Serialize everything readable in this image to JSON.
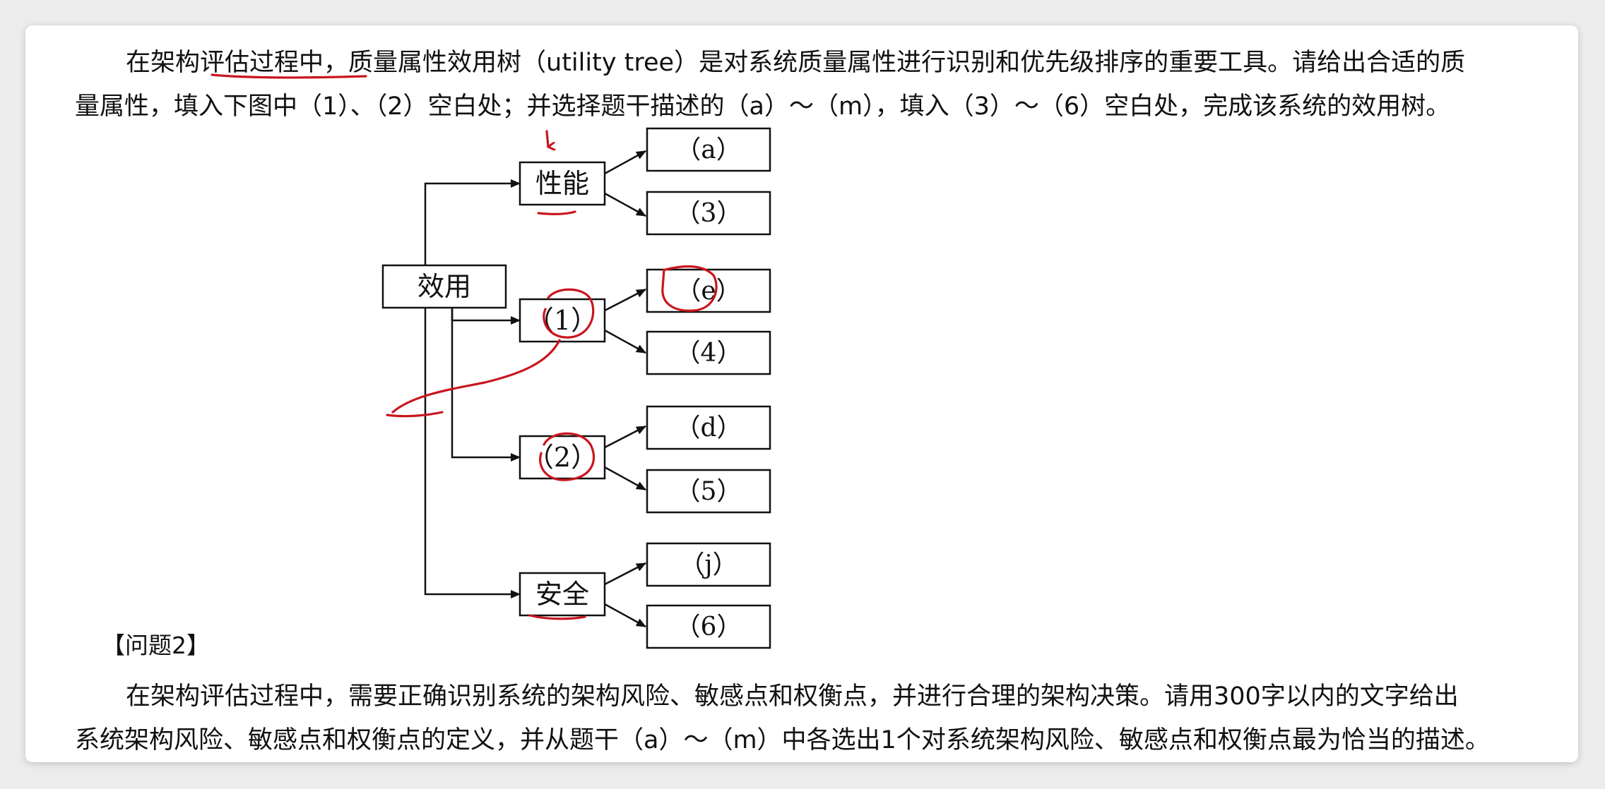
{
  "problem1": {
    "line1_before": "在架构评估过程中，",
    "line1_highlight": "质量属性效用树",
    "line1_after": "（utility tree）是对系统质量属性进行识别和优先级排序的重要工具。请给出合适的质",
    "line2": "量属性，填入下图中（1）、（2）空白处；并选择题干描述的（a）～（m），填入（3）～（6）空白处，完成该系统的效用树。"
  },
  "tree": {
    "root": "效用",
    "branches": [
      {
        "label": "性能",
        "leaves": [
          "（a）",
          "（3）"
        ]
      },
      {
        "label": "（1）",
        "leaves": [
          "（e）",
          "（4）"
        ]
      },
      {
        "label": "（2）",
        "leaves": [
          "（d）",
          "（5）"
        ]
      },
      {
        "label": "安全",
        "leaves": [
          "（j）",
          "（6）"
        ]
      }
    ]
  },
  "question2": {
    "title": "【问题2】",
    "line1": "在架构评估过程中，需要正确识别系统的架构风险、敏感点和权衡点，并进行合理的架构决策。请用300字以内的文字给出",
    "line2": "系统架构风险、敏感点和权衡点的定义，并从题干（a）～（m）中各选出1个对系统架构风险、敏感点和权衡点最为恰当的描述。"
  },
  "colors": {
    "annotation_red": "#c8161d",
    "text": "#111111",
    "background": "#ececec"
  }
}
